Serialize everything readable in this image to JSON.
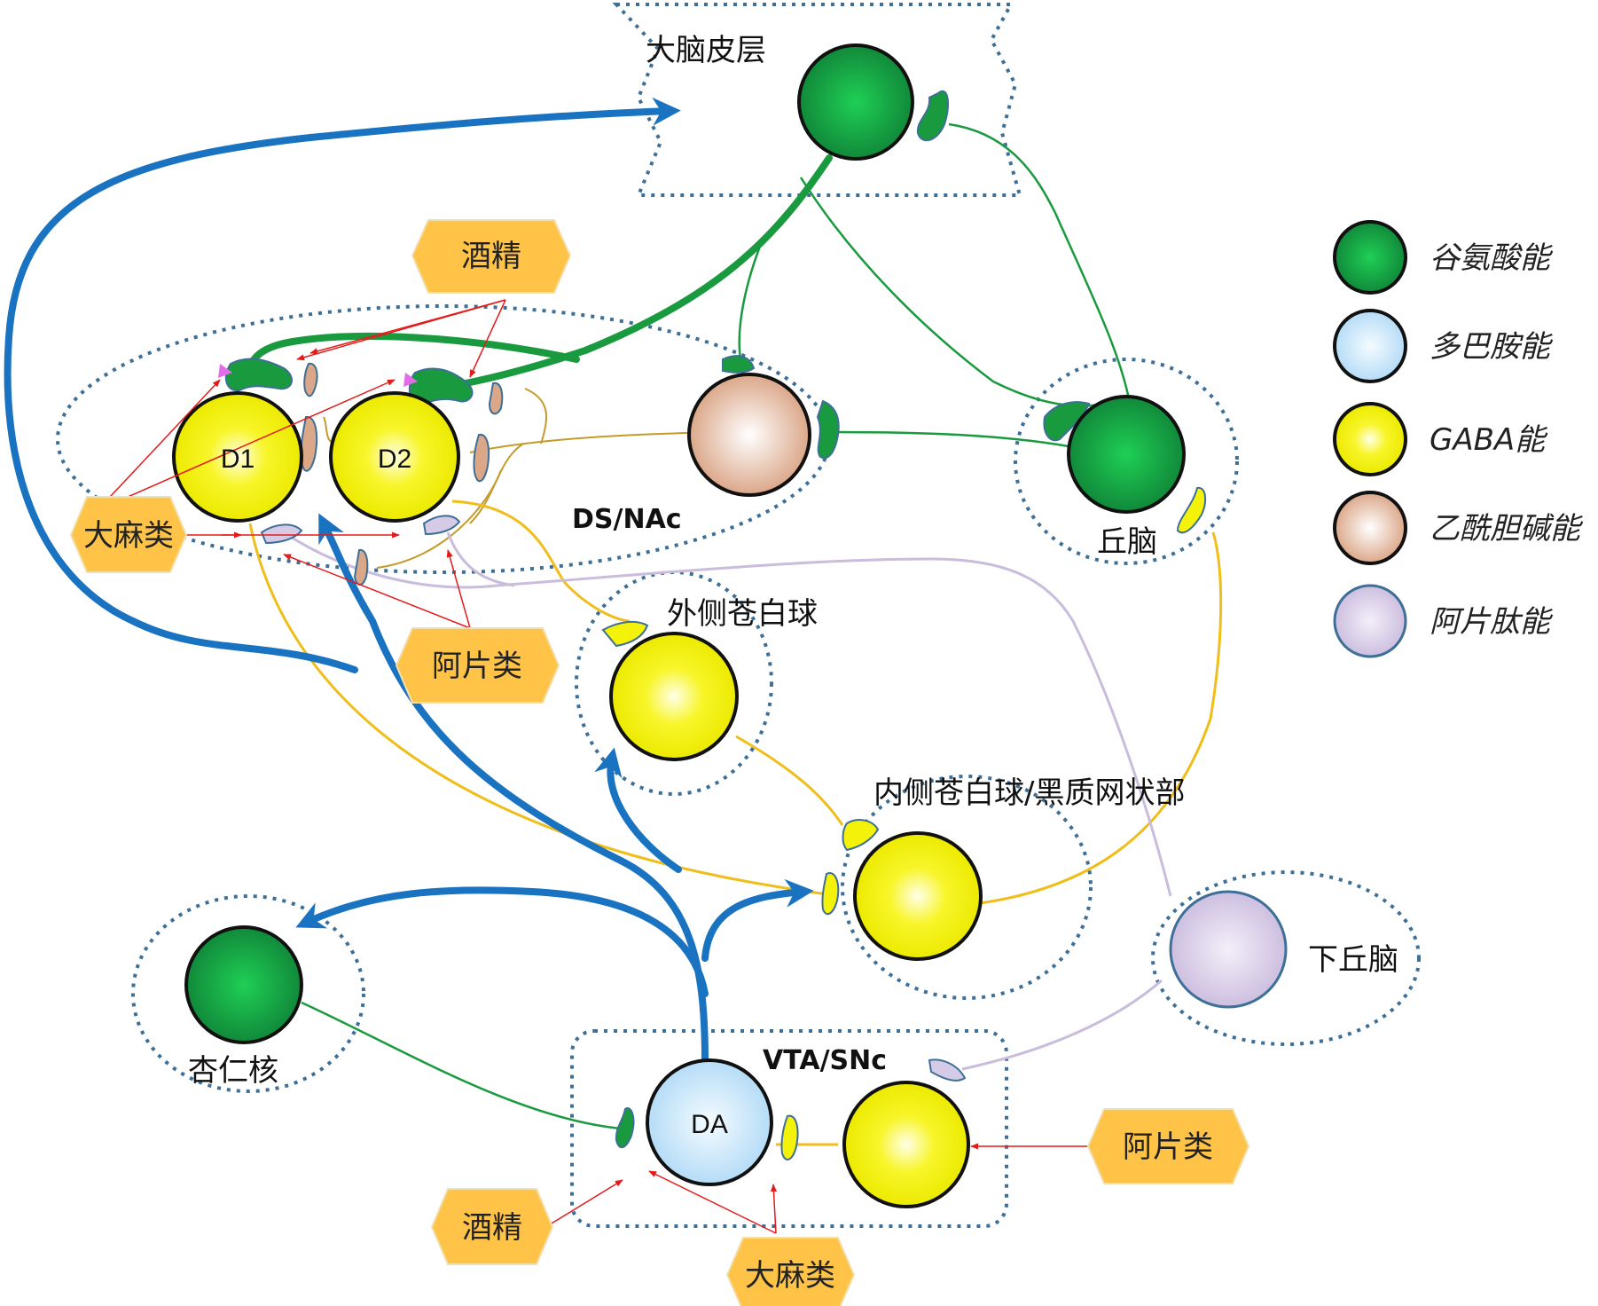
{
  "regions": {
    "cortex": "大脑皮层",
    "striatum": "DS/NAc",
    "thalamus": "丘脑",
    "gpe": "外侧苍白球",
    "gpi": "内侧苍白球/黑质网状部",
    "amygdala": "杏仁核",
    "hypothalamus": "下丘脑",
    "vta": "VTA/SNc"
  },
  "neurons": {
    "d1": "D1",
    "d2": "D2",
    "da": "DA"
  },
  "drugs": {
    "alcohol_top": "酒精",
    "cannabis_left": "大麻类",
    "opioid_mid": "阿片类",
    "opioid_right": "阿片类",
    "alcohol_bottom": "酒精",
    "cannabis_bottom": "大麻类"
  },
  "legend": [
    {
      "label": "谷氨酸能",
      "color": "#1a9a3f"
    },
    {
      "label": "多巴胺能",
      "color": "#bfe3fb"
    },
    {
      "label": "GABA能",
      "color": "#f5f20a"
    },
    {
      "label": "乙酰胆碱能",
      "color": "#e8b89b"
    },
    {
      "label": "阿片肽能",
      "color": "#d6cbe6"
    }
  ],
  "colors": {
    "glutamate": "#1a9a3f",
    "dopamine_path": "#1a73c0",
    "gaba_path": "#f0be1a",
    "opioid_path": "#c9bcdc",
    "ach_path": "#c49a2a",
    "drug_arrow": "#e41b1b",
    "hex_fill": "#ffc447",
    "region_border": "#3d6f97"
  }
}
